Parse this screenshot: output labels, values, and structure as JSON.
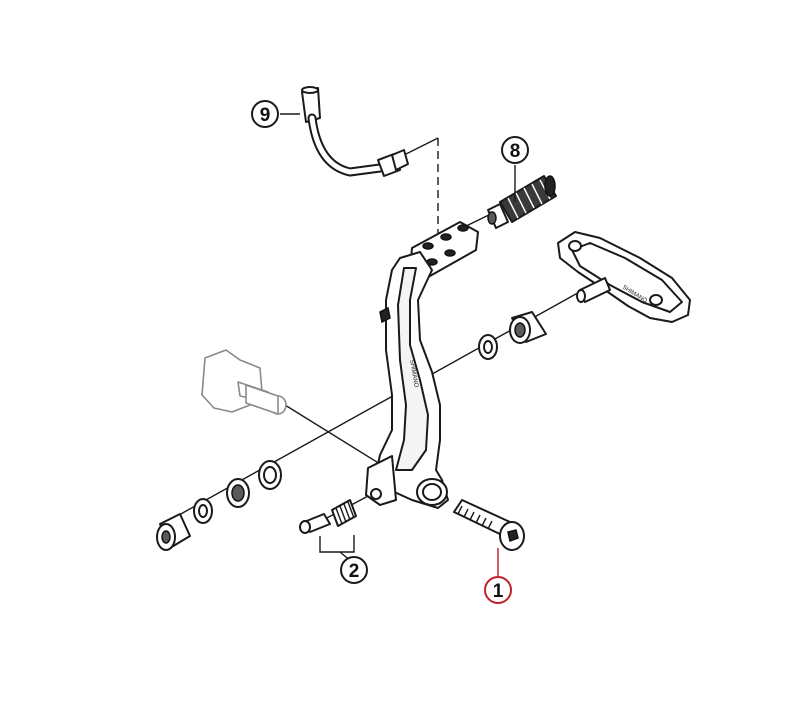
{
  "diagram": {
    "brand_text": "SHIMANO",
    "highlight_color": "#c0202a",
    "line_color": "#1a1a1a",
    "callouts": [
      {
        "id": "callout-1",
        "label": "1",
        "highlighted": true
      },
      {
        "id": "callout-2",
        "label": "2",
        "highlighted": false
      },
      {
        "id": "callout-8",
        "label": "8",
        "highlighted": false
      },
      {
        "id": "callout-9",
        "label": "9",
        "highlighted": false
      }
    ]
  }
}
